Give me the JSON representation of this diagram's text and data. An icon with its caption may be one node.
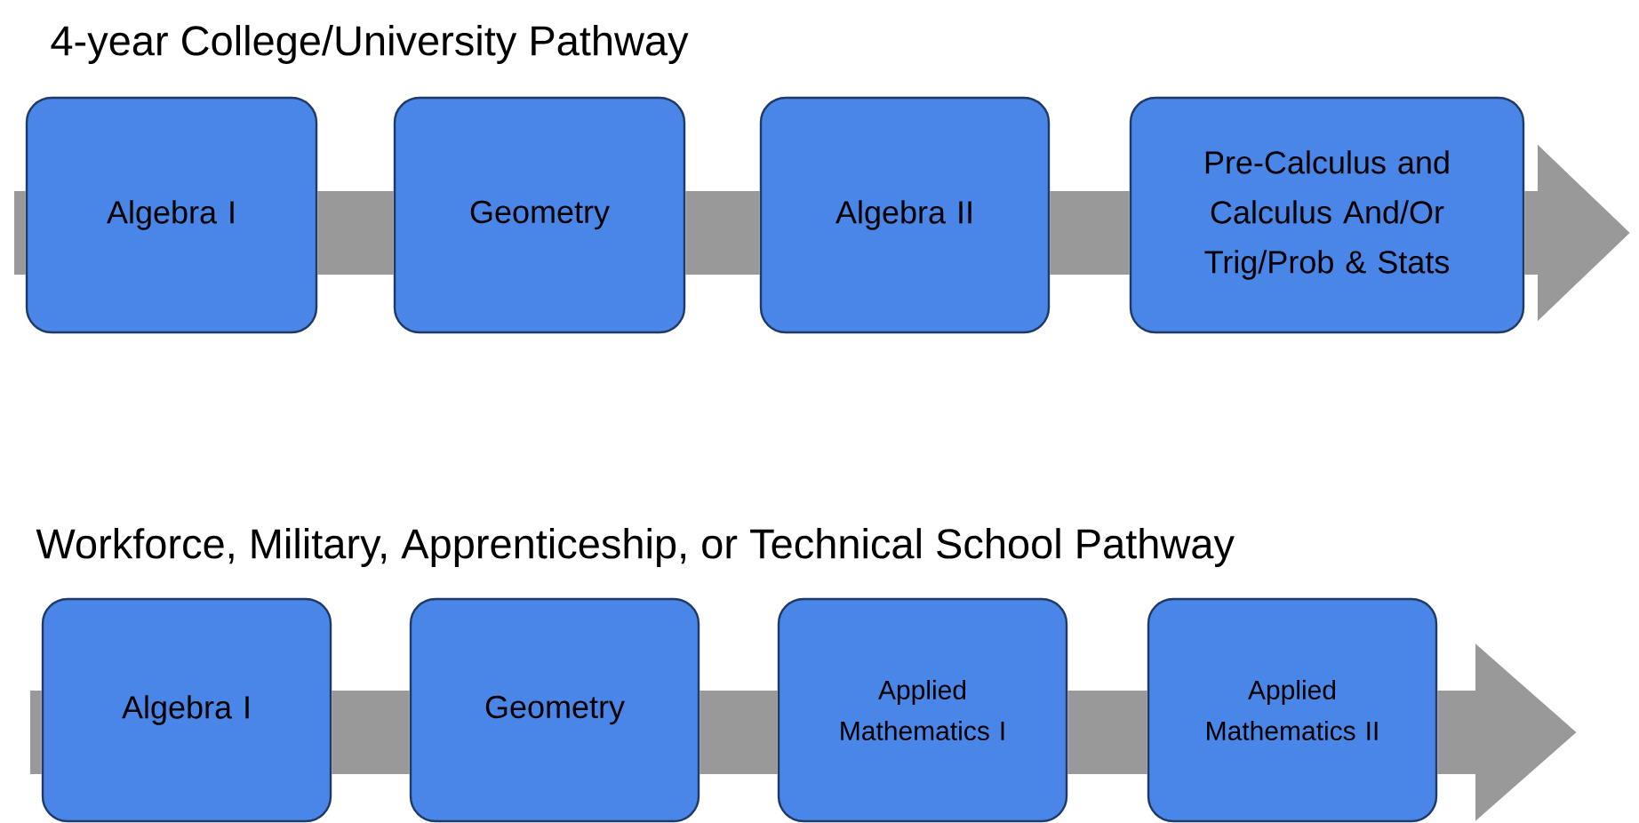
{
  "diagram": {
    "nodes": [
      {
        "text": [
          "Algebra I"
        ]
      },
      {
        "text": [
          "Geometry"
        ]
      },
      {
        "text": [
          "Algebra II"
        ]
      },
      {
        "text": [
          "Pre-Calculus and Calculus And/Or Trig/Prob & Stats"
        ]
      },
      {
        "text": [
          "Algebra I"
        ]
      },
      {
        "text": [
          "Geometry"
        ]
      },
      {
        "text": [
          "Applied Mathematics I"
        ]
      },
      {
        "text": [
          "Applied Mathematics II"
        ]
      }
    ],
    "edges": [
      {
        "from": null,
        "to": 0,
        "arrow": "none"
      },
      {
        "from": 0,
        "to": 1,
        "arrow": "none"
      },
      {
        "from": 1,
        "to": 2,
        "arrow": "none"
      },
      {
        "from": 2,
        "to": 3,
        "arrow": "none"
      },
      {
        "from": 3,
        "to": null,
        "arrow": "to"
      },
      {
        "from": null,
        "to": 4,
        "arrow": "none"
      },
      {
        "from": 4,
        "to": 5,
        "arrow": "none"
      },
      {
        "from": 5,
        "to": 6,
        "arrow": "none"
      },
      {
        "from": 6,
        "to": 7,
        "arrow": "none"
      },
      {
        "from": 7,
        "to": null,
        "arrow": "to"
      }
    ],
    "labels": [
      "4-year College/University Pathway",
      "Workforce, Military, Apprenticeship, or Technical School Pathway"
    ]
  }
}
